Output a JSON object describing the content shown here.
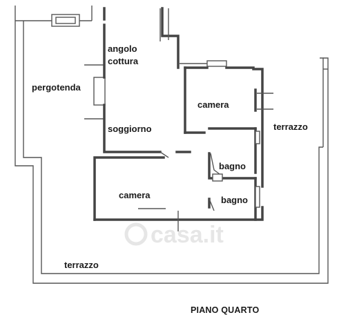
{
  "rooms": {
    "angolo_cottura_line1": "angolo",
    "angolo_cottura_line2": "cottura",
    "pergotenda": "pergotenda",
    "soggiorno": "soggiorno",
    "camera_top": "camera",
    "camera_bottom": "camera",
    "bagno_top": "bagno",
    "bagno_bottom": "bagno",
    "terrazzo_right": "terrazzo",
    "terrazzo_bottom": "terrazzo"
  },
  "floor_title": "PIANO QUARTO",
  "watermark": "casa.it",
  "colors": {
    "walls": "#444444",
    "text": "#1a1a1a",
    "watermark": "#e6e6e6"
  }
}
